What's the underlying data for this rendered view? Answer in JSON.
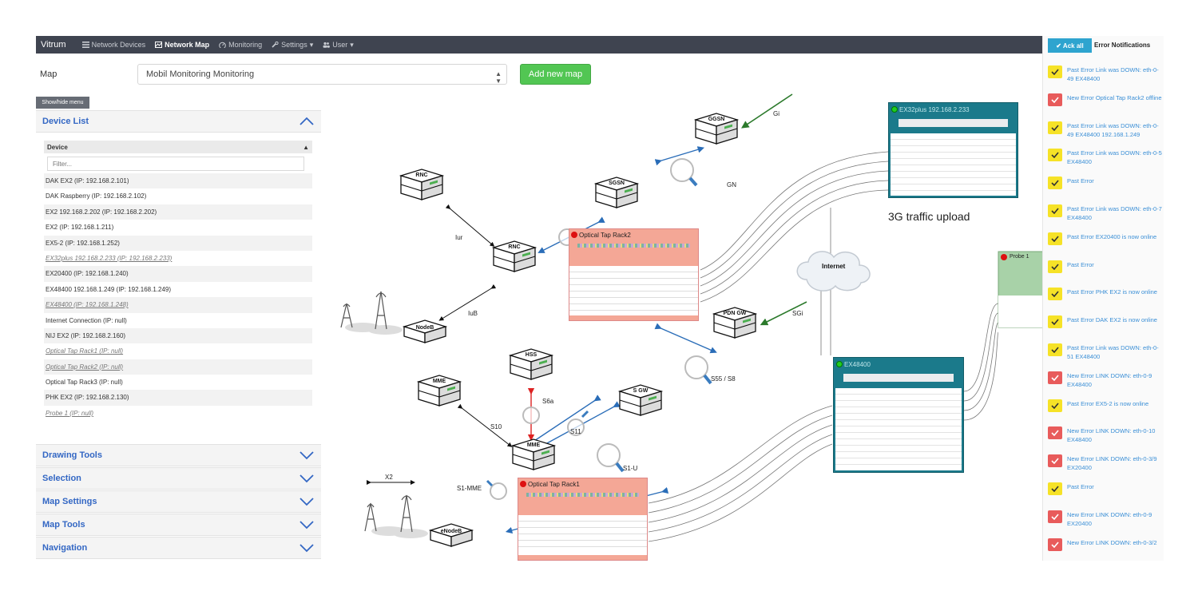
{
  "navbar": {
    "brand": "Vitrum",
    "items": [
      {
        "label": "Network Devices",
        "icon": "list-icon"
      },
      {
        "label": "Network Map",
        "icon": "map-icon",
        "active": true
      },
      {
        "label": "Monitoring",
        "icon": "dashboard-icon"
      },
      {
        "label": "Settings",
        "icon": "wrench-icon",
        "dropdown": true
      },
      {
        "label": "User",
        "icon": "users-icon",
        "dropdown": true
      }
    ]
  },
  "map_bar": {
    "label": "Map",
    "selected_map": "Mobil Monitoring Monitoring",
    "add_button": "Add new map",
    "show_hide": "Show/hide menu"
  },
  "left_panel": {
    "device_list": {
      "title": "Device List",
      "column": "Device",
      "filter_placeholder": "Filter...",
      "rows": [
        {
          "text": "DAK EX2 (IP: 192.168.2.101)",
          "link": false
        },
        {
          "text": "DAK Raspberry (IP: 192.168.2.102)",
          "link": false
        },
        {
          "text": "EX2 192.168.2.202 (IP: 192.168.2.202)",
          "link": false
        },
        {
          "text": "EX2 (IP: 192.168.1.211)",
          "link": false
        },
        {
          "text": "EX5-2 (IP: 192.168.1.252)",
          "link": false
        },
        {
          "text": "EX32plus 192.168.2.233 (IP: 192.168.2.233)",
          "link": true
        },
        {
          "text": "EX20400 (IP: 192.168.1.240)",
          "link": false
        },
        {
          "text": "EX48400 192.168.1.249 (IP: 192.168.1.249)",
          "link": false
        },
        {
          "text": "EX48400 (IP: 192.168.1.248)",
          "link": true
        },
        {
          "text": "Internet Connection (IP: null)",
          "link": false
        },
        {
          "text": "NIJ EX2 (IP: 192.168.2.160)",
          "link": false
        },
        {
          "text": "Optical Tap Rack1 (IP: null)",
          "link": true
        },
        {
          "text": "Optical Tap Rack2 (IP: null)",
          "link": true
        },
        {
          "text": "Optical Tap Rack3 (IP: null)",
          "link": false
        },
        {
          "text": "PHK EX2 (IP: 192.168.2.130)",
          "link": false
        },
        {
          "text": "Probe 1 (IP: null)",
          "link": true
        }
      ]
    },
    "sections": [
      "Drawing Tools",
      "Selection",
      "Map Settings",
      "Map Tools",
      "Navigation"
    ]
  },
  "map": {
    "nodes": {
      "ggsn": "GGSN",
      "sgsn": "SGSN",
      "rnc1": "RNC",
      "rnc2": "RNC",
      "nodeb": "NodeB",
      "hss": "HSS",
      "mme1": "MME",
      "mme2": "MME",
      "sgw": "S GW",
      "pdngw": "PDN GW",
      "enodeb": "eNodeB"
    },
    "edges": {
      "gi": "Gi",
      "gn": "GN",
      "iur": "Iur",
      "iub": "IuB",
      "sgi": "SGi",
      "s5s8": "S55 / S8",
      "s6a": "S6a",
      "s10": "S10",
      "s11": "S11",
      "s1u": "S1-U",
      "s1mme": "S1-MME",
      "x2": "X2"
    },
    "cloud": "Internet",
    "traffic_label": "3G traffic upload",
    "tap_rack2": "Optical Tap Rack2",
    "tap_rack1": "Optical Tap Rack1",
    "switch_top": "EX32plus 192.168.2.233",
    "switch_mid": "EX48400",
    "probe": "Probe 1"
  },
  "notifications": {
    "ack_all": "Ack all",
    "title": "Error Notifications",
    "items": [
      {
        "type": "yellow",
        "text": "Past Error Link was DOWN: eth-0-49 EX48400"
      },
      {
        "type": "red",
        "text": "New Error Optical Tap Rack2 offline"
      },
      {
        "type": "yellow",
        "text": "Past Error Link was DOWN: eth-0-49 EX48400 192.168.1.249"
      },
      {
        "type": "yellow",
        "text": "Past Error Link was DOWN: eth-0-5 EX48400"
      },
      {
        "type": "yellow",
        "text": "Past Error"
      },
      {
        "type": "yellow",
        "text": "Past Error Link was DOWN: eth-0-7 EX48400"
      },
      {
        "type": "yellow",
        "text": "Past Error EX20400 is now online"
      },
      {
        "type": "yellow",
        "text": "Past Error"
      },
      {
        "type": "yellow",
        "text": "Past Error PHK EX2 is now online"
      },
      {
        "type": "yellow",
        "text": "Past Error DAK EX2 is now online"
      },
      {
        "type": "yellow",
        "text": "Past Error Link was DOWN: eth-0-51 EX48400"
      },
      {
        "type": "red",
        "text": "New Error LINK DOWN: eth-0-9 EX48400"
      },
      {
        "type": "yellow",
        "text": "Past Error EX5-2 is now online"
      },
      {
        "type": "red",
        "text": "New Error LINK DOWN: eth-0-10 EX48400"
      },
      {
        "type": "red",
        "text": "New Error LINK DOWN: eth-0-3/9 EX20400"
      },
      {
        "type": "yellow",
        "text": "Past Error"
      },
      {
        "type": "red",
        "text": "New Error LINK DOWN: eth-0-9 EX20400"
      },
      {
        "type": "red",
        "text": "New Error LINK DOWN: eth-0-3/2"
      }
    ]
  }
}
